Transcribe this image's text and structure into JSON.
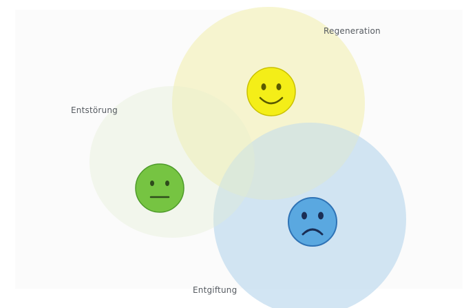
{
  "labels": {
    "regeneration": "Regeneration",
    "entstoerung": "Entstörung",
    "entgiftung": "Entgiftung"
  },
  "colors": {
    "regeneration_circle": "#f5f2b0",
    "entstoerung_circle": "#cfe6b8",
    "entgiftung_circle": "#c3dcef",
    "happy_face": "#f4ee18",
    "neutral_face": "#76c442",
    "sad_face": "#5aa8e0",
    "label_text": "#555a60"
  },
  "faces": {
    "regeneration": "happy-face-icon",
    "entstoerung": "neutral-face-icon",
    "entgiftung": "sad-face-icon"
  }
}
